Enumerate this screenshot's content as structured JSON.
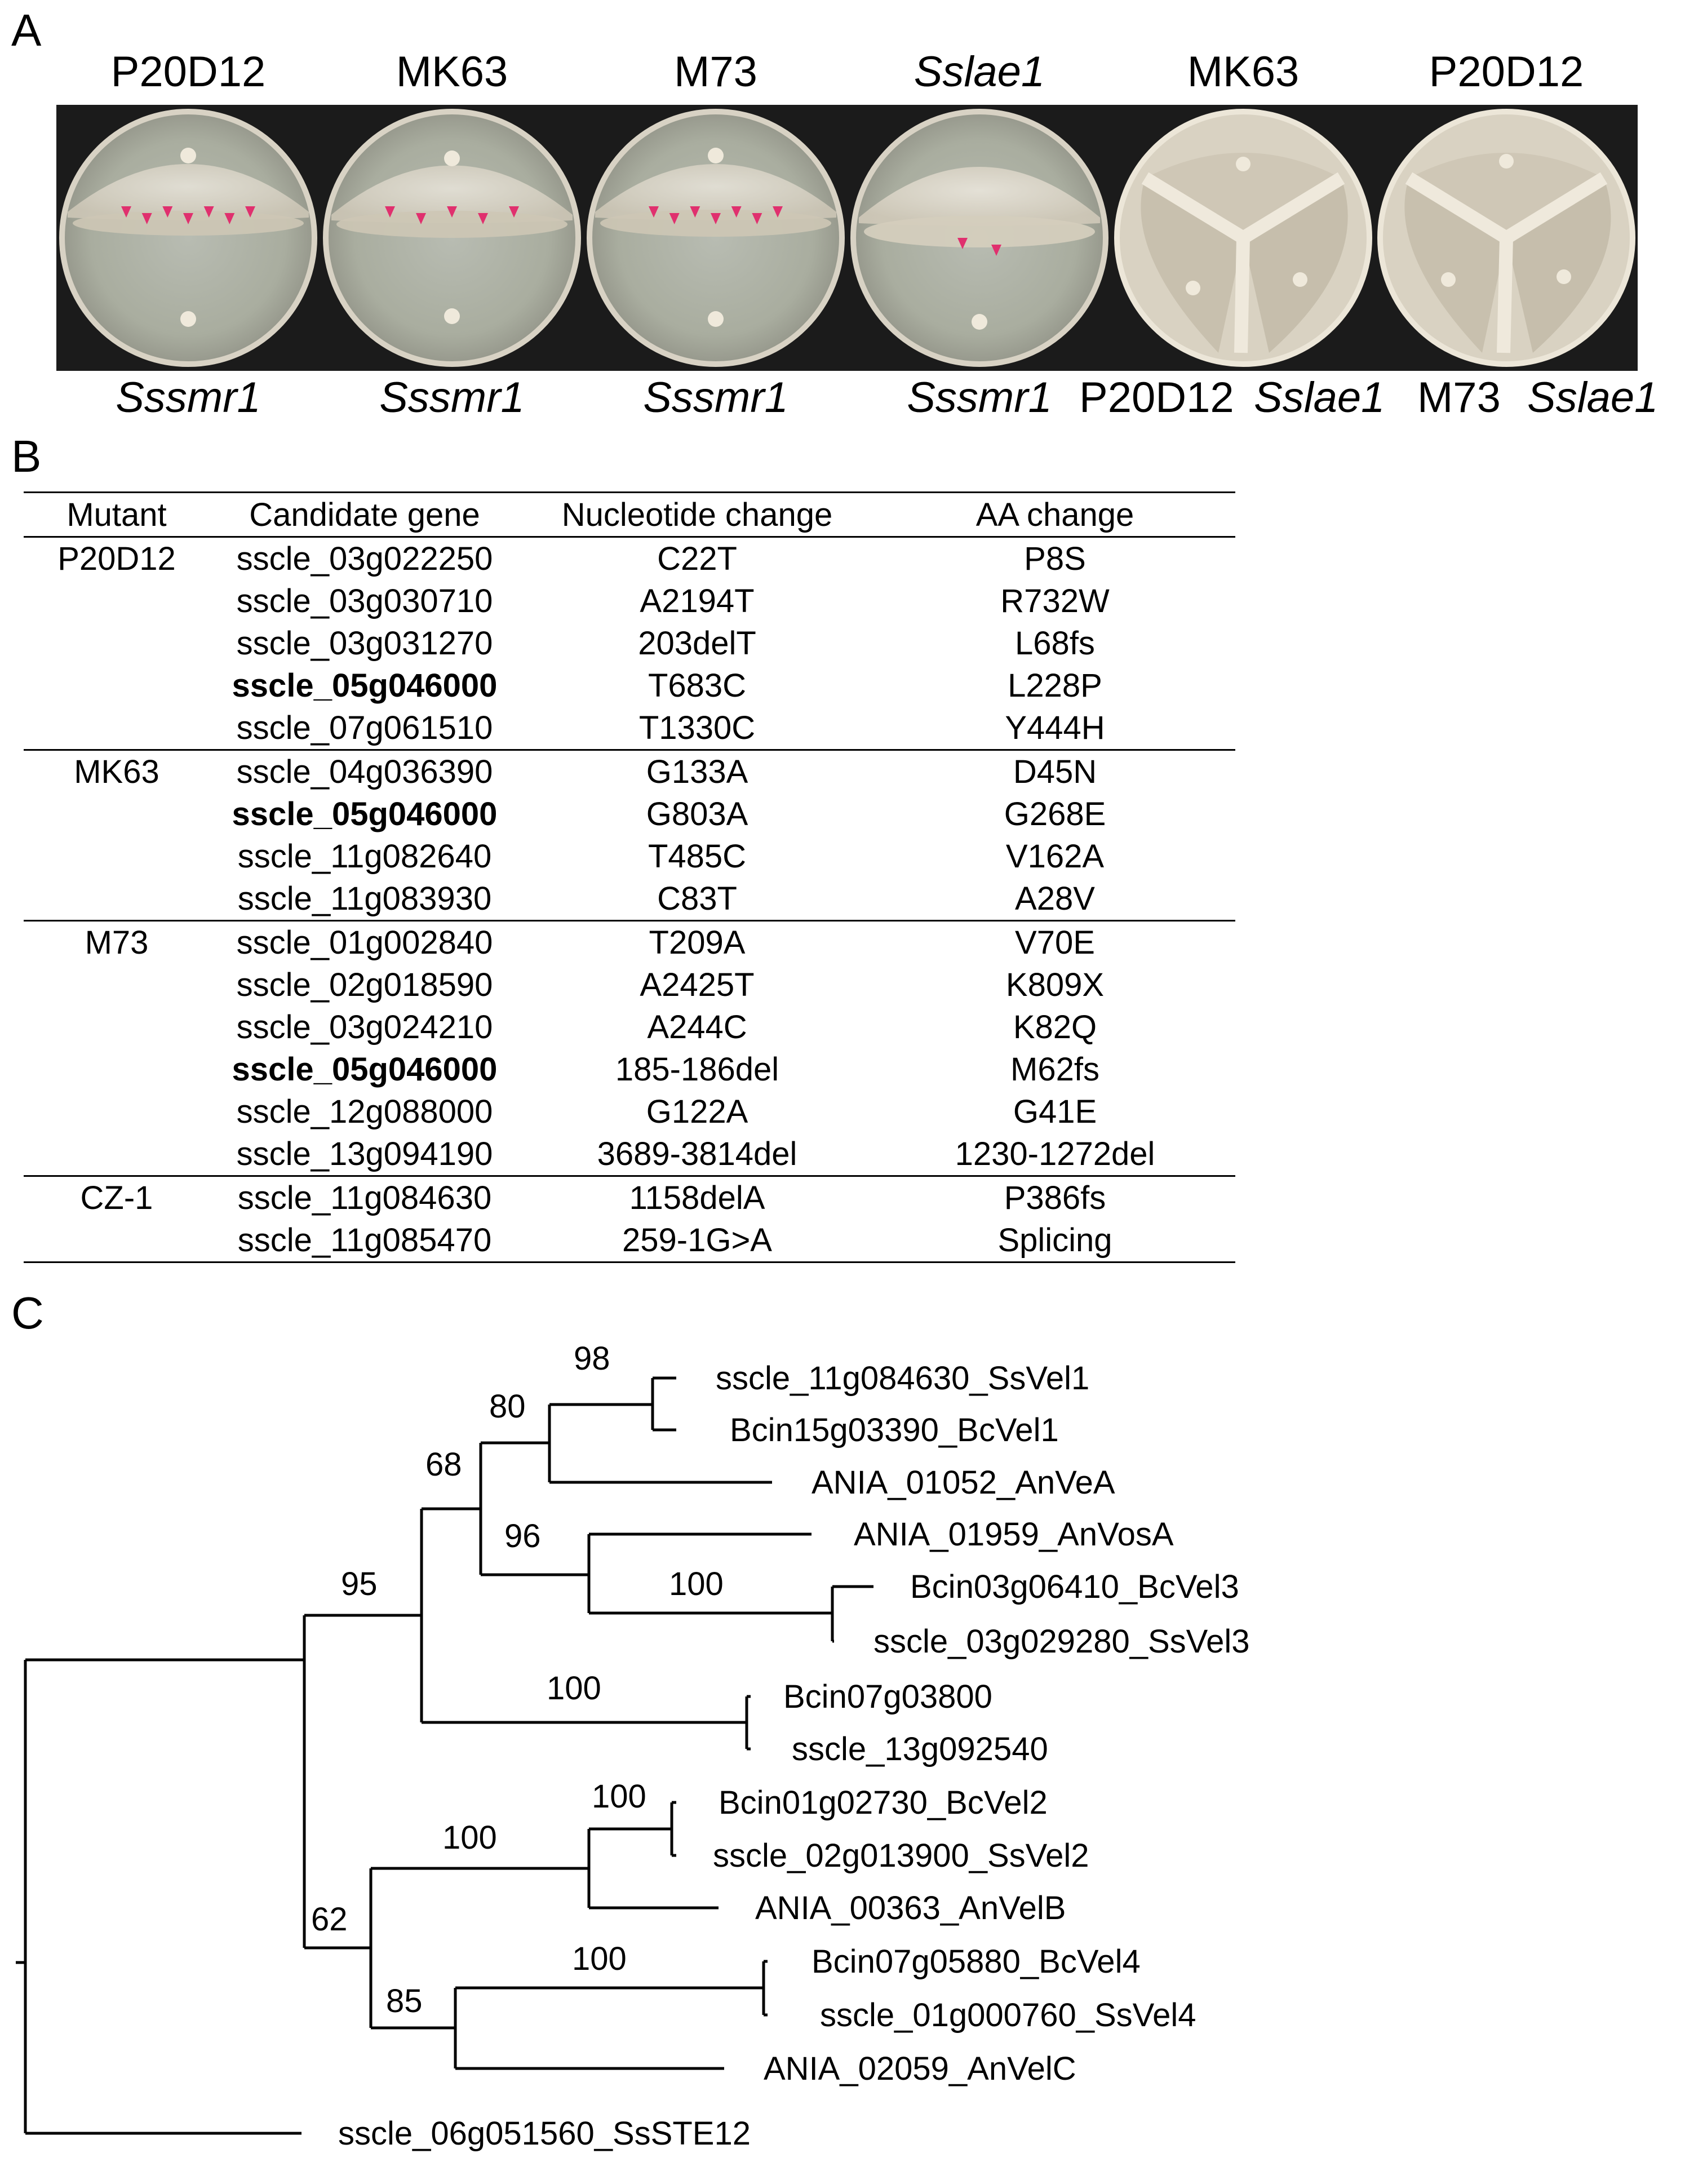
{
  "panels": {
    "a": "A",
    "b": "B",
    "c": "C"
  },
  "panel_a": {
    "plates": [
      {
        "top": "P20D12",
        "top_italic": false,
        "bottom": [
          "Sssmr1"
        ],
        "bottom_italic": [
          true
        ],
        "arrowheads": 7
      },
      {
        "top": "MK63",
        "top_italic": false,
        "bottom": [
          "Sssmr1"
        ],
        "bottom_italic": [
          true
        ],
        "arrowheads": 5
      },
      {
        "top": "M73",
        "top_italic": false,
        "bottom": [
          "Sssmr1"
        ],
        "bottom_italic": [
          true
        ],
        "arrowheads": 7
      },
      {
        "top": "Sslae1",
        "top_italic": true,
        "bottom": [
          "Sssmr1"
        ],
        "bottom_italic": [
          true
        ],
        "arrowheads": 2
      },
      {
        "top": "MK63",
        "top_italic": false,
        "bottom": [
          "P20D12",
          "Sslae1"
        ],
        "bottom_italic": [
          false,
          true
        ],
        "arrowheads": 0
      },
      {
        "top": "P20D12",
        "top_italic": false,
        "bottom": [
          "M73",
          "Sslae1"
        ],
        "bottom_italic": [
          false,
          true
        ],
        "arrowheads": 0
      }
    ],
    "arrowhead_color": "#e0306e"
  },
  "panel_b": {
    "headers": [
      "Mutant",
      "Candidate gene",
      "Nucleotide change",
      "AA change"
    ],
    "groups": [
      {
        "mutant": "P20D12",
        "rows": [
          {
            "gene": "sscle_03g022250",
            "nt": "C22T",
            "aa": "P8S",
            "bold": false
          },
          {
            "gene": "sscle_03g030710",
            "nt": "A2194T",
            "aa": "R732W",
            "bold": false
          },
          {
            "gene": "sscle_03g031270",
            "nt": "203delT",
            "aa": "L68fs",
            "bold": false
          },
          {
            "gene": "sscle_05g046000",
            "nt": "T683C",
            "aa": "L228P",
            "bold": true
          },
          {
            "gene": "sscle_07g061510",
            "nt": "T1330C",
            "aa": "Y444H",
            "bold": false
          }
        ]
      },
      {
        "mutant": "MK63",
        "rows": [
          {
            "gene": "sscle_04g036390",
            "nt": "G133A",
            "aa": "D45N",
            "bold": false
          },
          {
            "gene": "sscle_05g046000",
            "nt": "G803A",
            "aa": "G268E",
            "bold": true
          },
          {
            "gene": "sscle_11g082640",
            "nt": "T485C",
            "aa": "V162A",
            "bold": false
          },
          {
            "gene": "sscle_11g083930",
            "nt": "C83T",
            "aa": "A28V",
            "bold": false
          }
        ]
      },
      {
        "mutant": "M73",
        "rows": [
          {
            "gene": "sscle_01g002840",
            "nt": "T209A",
            "aa": "V70E",
            "bold": false
          },
          {
            "gene": "sscle_02g018590",
            "nt": "A2425T",
            "aa": "K809X",
            "bold": false
          },
          {
            "gene": "sscle_03g024210",
            "nt": "A244C",
            "aa": "K82Q",
            "bold": false
          },
          {
            "gene": "sscle_05g046000",
            "nt": "185-186del",
            "aa": "M62fs",
            "bold": true
          },
          {
            "gene": "sscle_12g088000",
            "nt": "G122A",
            "aa": "G41E",
            "bold": false
          },
          {
            "gene": "sscle_13g094190",
            "nt": "3689-3814del",
            "aa": "1230-1272del",
            "bold": false
          }
        ]
      },
      {
        "mutant": "CZ-1",
        "rows": [
          {
            "gene": "sscle_11g084630",
            "nt": "1158delA",
            "aa": "P386fs",
            "bold": false
          },
          {
            "gene": "sscle_11g085470",
            "nt": "259-1G>A",
            "aa": "Splicing",
            "bold": false
          }
        ]
      }
    ]
  },
  "panel_c": {
    "leaves": [
      "sscle_11g084630_SsVel1",
      "Bcin15g03390_BcVel1",
      "ANIA_01052_AnVeA",
      "ANIA_01959_AnVosA",
      "Bcin03g06410_BcVel3",
      "sscle_03g029280_SsVel3",
      "Bcin07g03800",
      "sscle_13g092540",
      "Bcin01g02730_BcVel2",
      "sscle_02g013900_SsVel2",
      "ANIA_00363_AnVelB",
      "Bcin07g05880_BcVel4",
      "sscle_01g000760_SsVel4",
      "ANIA_02059_AnVelC",
      "sscle_06g051560_SsSTE12"
    ],
    "bootstrap": {
      "vel1_pair": "98",
      "vel1_vea": "80",
      "velA_clade": "68",
      "vosA_vel3": "96",
      "vel3_pair": "100",
      "bcin07_pair": "100",
      "velA_group": "95",
      "vel2_pair": "100",
      "vel2_velB": "100",
      "vel4_pair": "100",
      "vel4_velC": "85",
      "velB_velC": "62"
    }
  }
}
